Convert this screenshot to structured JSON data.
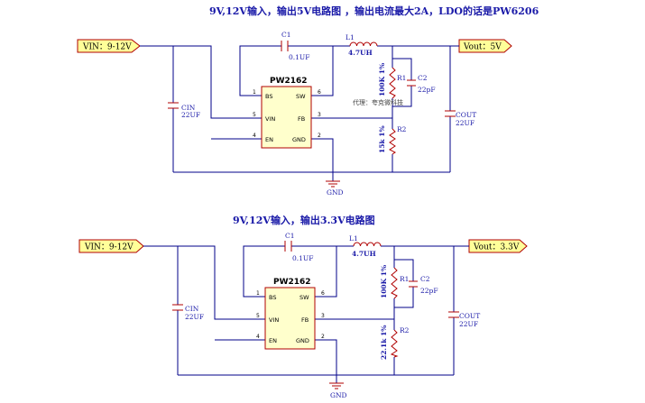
{
  "colors": {
    "wire": "#000088",
    "component": "#b00000",
    "label": "#1a1aa8",
    "port_fill": "#ffff99",
    "chip_fill": "#ffffcc"
  },
  "circuits": [
    {
      "title": "9V,12V输入，输出5V电路图 ，输出电流最大2A，LDO的话是PW6206",
      "vin": "VIN：9-12V",
      "vout": "Vout：5V",
      "chip": "PW2162",
      "pins": {
        "bs": "BS",
        "sw": "SW",
        "vin": "VIN",
        "fb": "FB",
        "en": "EN",
        "gnd": "GND",
        "p1": "1",
        "p2": "2",
        "p3": "3",
        "p4": "4",
        "p5": "5",
        "p6": "6"
      },
      "c1_name": "C1",
      "c1_value": "0.1UF",
      "l1_name": "L1",
      "l1_value": "4.7UH",
      "cin_name": "CIN",
      "cin_value": "22UF",
      "cout_name": "COUT",
      "cout_value": "22UF",
      "r1_name": "R1",
      "r1_value": "100K 1%",
      "c2_name": "C2",
      "c2_value": "22pF",
      "r2_name": "R2",
      "r2_value": "15k 1%",
      "gnd": "GND",
      "watermark": "代理：夸克微科技"
    },
    {
      "title": "9V,12V输入，输出3.3V电路图",
      "vin": "VIN：9-12V",
      "vout": "Vout：3.3V",
      "chip": "PW2162",
      "pins": {
        "bs": "BS",
        "sw": "SW",
        "vin": "VIN",
        "fb": "FB",
        "en": "EN",
        "gnd": "GND",
        "p1": "1",
        "p2": "2",
        "p3": "3",
        "p4": "4",
        "p5": "5",
        "p6": "6"
      },
      "c1_name": "C1",
      "c1_value": "0.1UF",
      "l1_name": "L1",
      "l1_value": "4.7UH",
      "cin_name": "CIN",
      "cin_value": "22UF",
      "cout_name": "COUT",
      "cout_value": "22UF",
      "r1_name": "R1",
      "r1_value": "100K 1%",
      "c2_name": "C2",
      "c2_value": "22pF",
      "r2_name": "R2",
      "r2_value": "22.1k 1%",
      "gnd": "GND"
    }
  ]
}
